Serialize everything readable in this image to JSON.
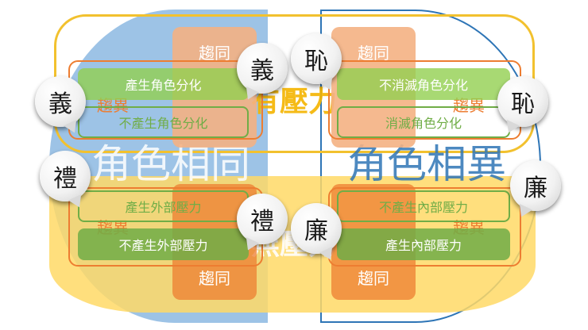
{
  "regions": {
    "top_label": "有壓力",
    "bottom_label": "無壓力",
    "left_big": "角色相同",
    "right_big": "角色相異"
  },
  "quadrants": {
    "top_left": {
      "tag_same": "趨同",
      "tag_diff": "趨異",
      "row1": "產生角色分化",
      "row2": "不產生角色分化"
    },
    "top_right": {
      "tag_same": "趨同",
      "tag_diff": "趨異",
      "row1": "不消滅角色分化",
      "row2": "消滅角色分化"
    },
    "bottom_left": {
      "tag_same": "趨同",
      "tag_diff": "趨異",
      "row1": "產生外部壓力",
      "row2": "不產生外部壓力"
    },
    "bottom_right": {
      "tag_same": "趨同",
      "tag_diff": "趨異",
      "row1": "不產生內部壓力",
      "row2": "產生內部壓力"
    }
  },
  "bubbles": {
    "yi_left": "義",
    "yi_center": "義",
    "chi_center": "恥",
    "chi_right": "恥",
    "li_left": "禮",
    "li_center": "禮",
    "lian_center": "廉",
    "lian_right": "廉"
  },
  "colors": {
    "blue_half": "#9dc3e6",
    "yellow_band": "#ffd966",
    "orange_tag": "#f4b183",
    "green_row": "#a9d18e",
    "orange_border": "#ed7d31",
    "blue_border": "#2e75b6"
  }
}
